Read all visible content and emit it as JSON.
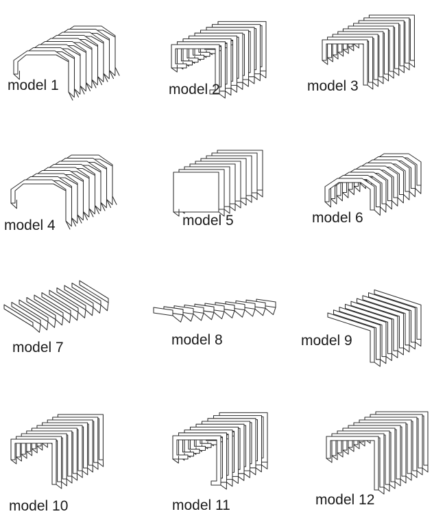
{
  "models": [
    {
      "label": "model 1",
      "shape": "arched"
    },
    {
      "label": "model 2",
      "shape": "hook"
    },
    {
      "label": "model 3",
      "shape": "inverted-l"
    },
    {
      "label": "model 4",
      "shape": "arched"
    },
    {
      "label": "model 5",
      "shape": "box-slot"
    },
    {
      "label": "model 6",
      "shape": "arched-short"
    },
    {
      "label": "model 7",
      "shape": "flat"
    },
    {
      "label": "model 8",
      "shape": "flat-step"
    },
    {
      "label": "model 9",
      "shape": "right-drop"
    },
    {
      "label": "model 10",
      "shape": "inverted-l"
    },
    {
      "label": "model 11",
      "shape": "hook"
    },
    {
      "label": "model 12",
      "shape": "u-frame"
    }
  ],
  "colors": {
    "line": "#2b2b2b",
    "text": "#1a1a1a",
    "background": "#ffffff"
  }
}
